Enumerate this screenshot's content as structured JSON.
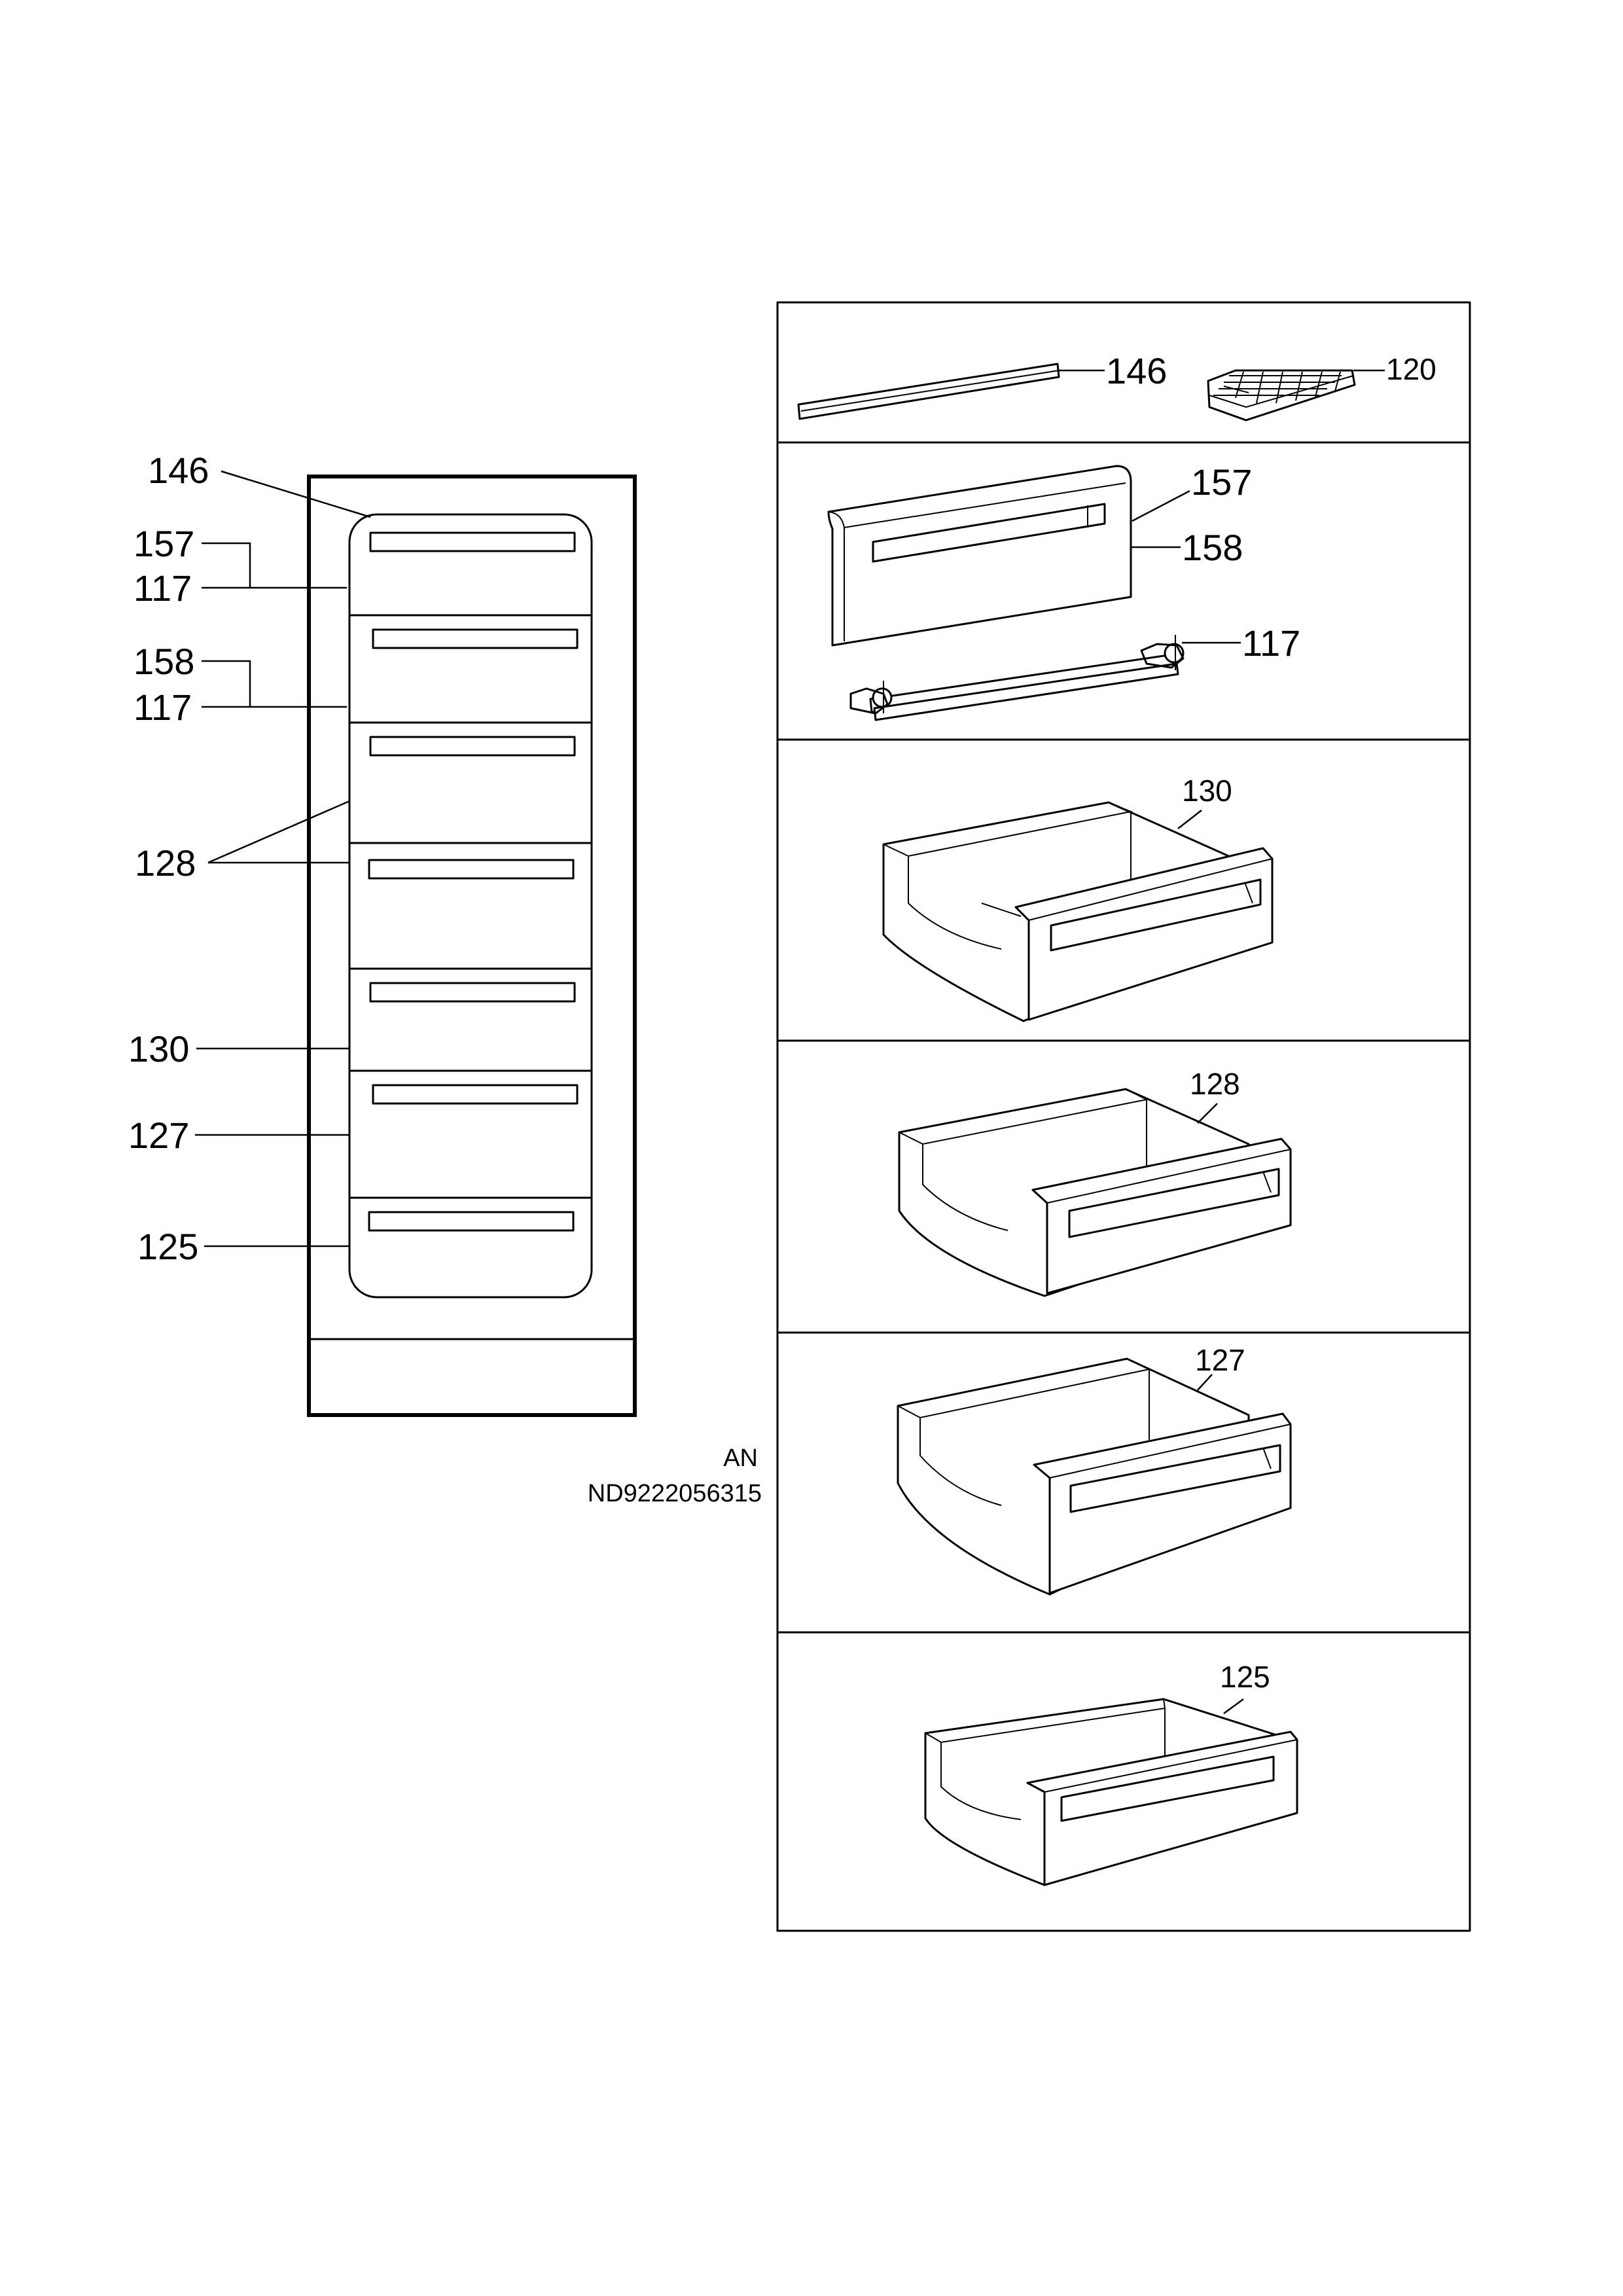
{
  "overview_labels": {
    "l146": "146",
    "l157": "157",
    "l117a": "117",
    "l158": "158",
    "l117b": "117",
    "l128": "128",
    "l130": "130",
    "l127": "127",
    "l125": "125"
  },
  "panels": {
    "p1": {
      "a": "146",
      "b": "120"
    },
    "p2": {
      "a": "157",
      "b": "158",
      "c": "117"
    },
    "p3": {
      "a": "130"
    },
    "p4": {
      "a": "128"
    },
    "p5": {
      "a": "127"
    },
    "p6": {
      "a": "125"
    }
  },
  "code": {
    "line1": "AN",
    "line2": "ND9222056315"
  }
}
